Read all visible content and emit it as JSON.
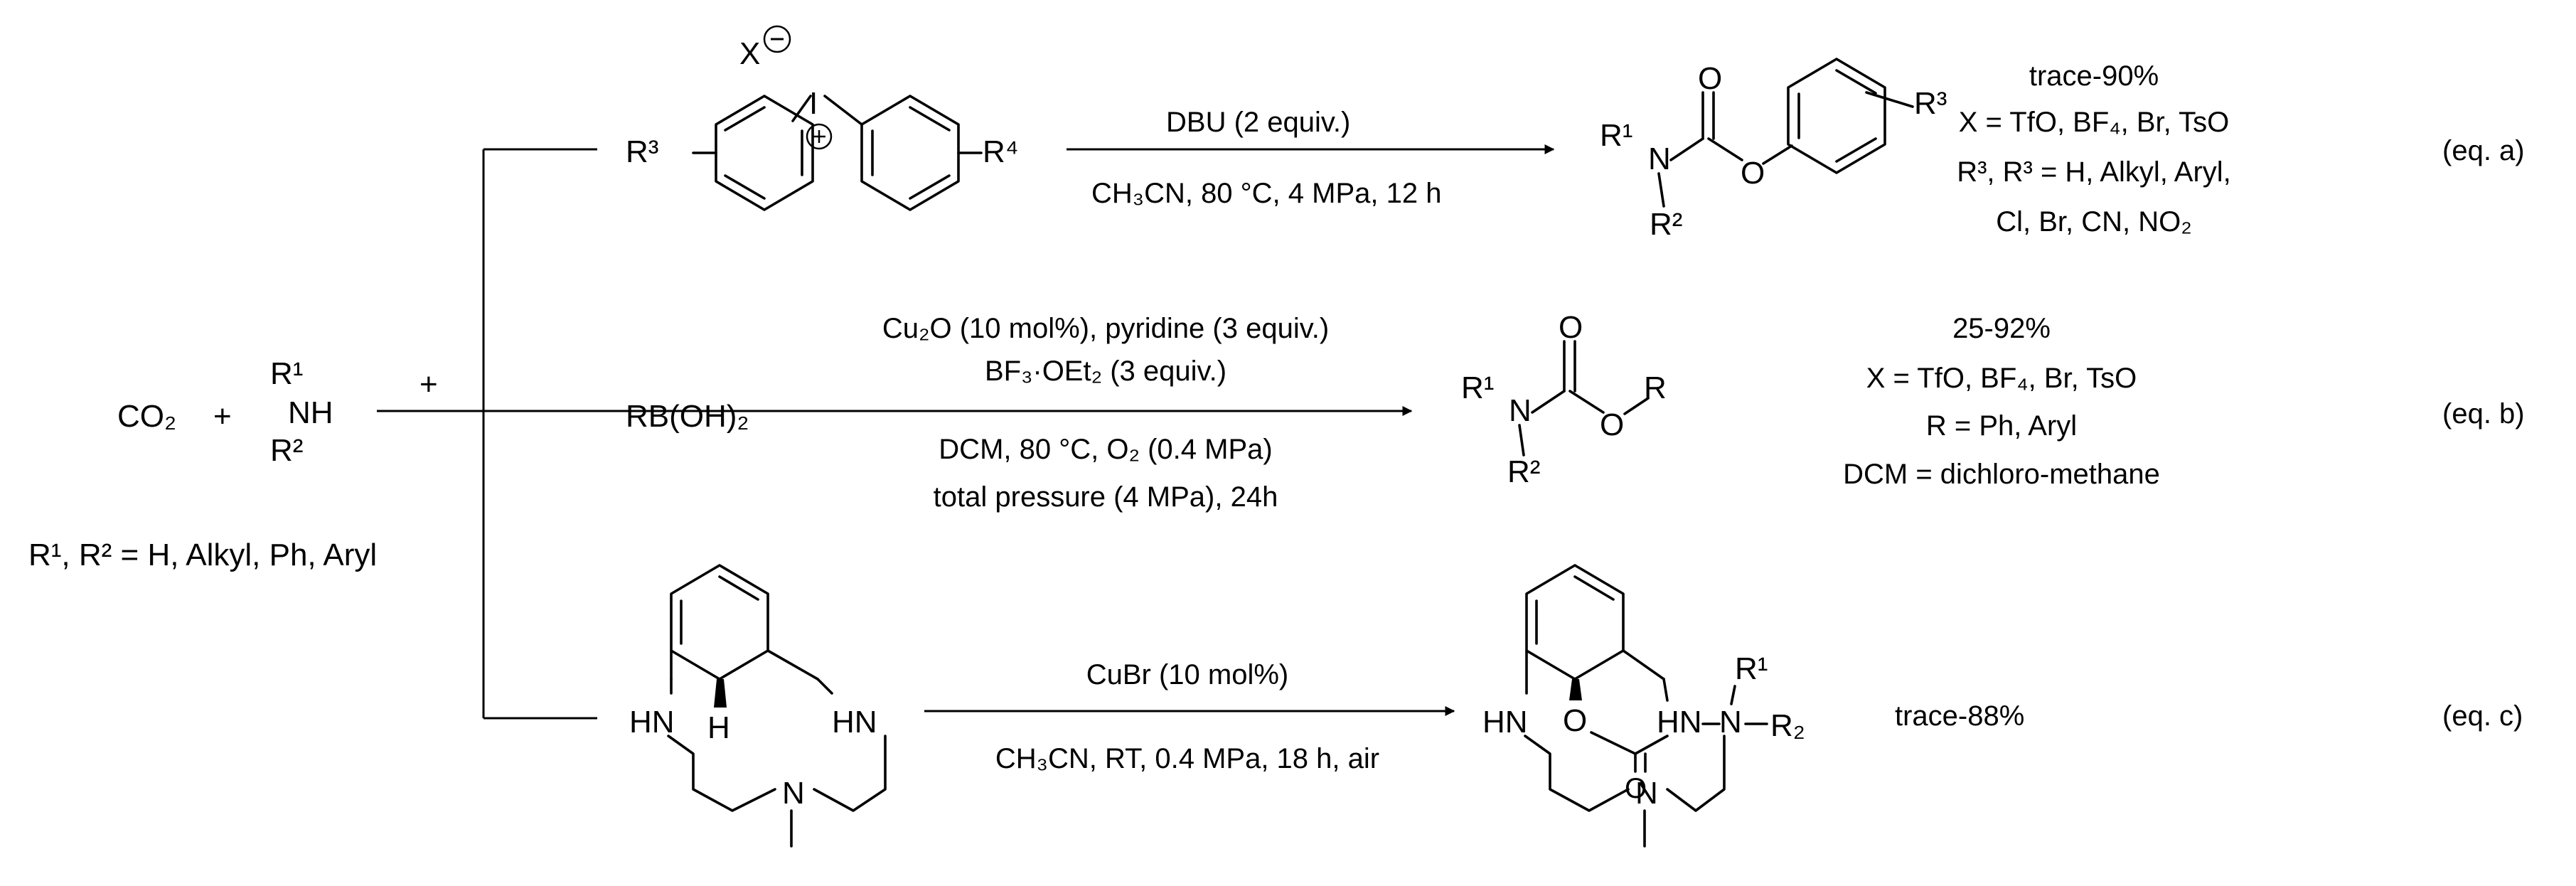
{
  "reactants": {
    "co2": "CO₂",
    "plus1": "+",
    "amine_r1": "R¹",
    "amine_nh": "NH",
    "amine_r2": "R²",
    "plus2": "+",
    "amine_scope": "R¹, R² = H, Alkyl, Ph, Aryl"
  },
  "eq_a": {
    "counterion": "X",
    "iodine": "I",
    "left_sub": "R³",
    "right_sub": "R⁴",
    "reagent_above": "DBU (2 equiv.)",
    "conditions_below": "CH₃CN, 80 °C, 4 MPa, 12 h",
    "product_r1": "R¹",
    "product_n": "N",
    "product_r2": "R²",
    "product_o_carbonyl": "O",
    "product_o_ester": "O",
    "product_aryl_sub": "R³",
    "yield": "trace-90%",
    "scope_x": "X = TfO, BF₄, Br, TsO",
    "scope_r_line1": "R³,  R³ = H, Alkyl, Aryl,",
    "scope_r_line2": "Cl, Br, CN, NO₂",
    "label": "(eq. a)"
  },
  "eq_b": {
    "reagent": "RB(OH)₂",
    "above_line1": "Cu₂O (10 mol%), pyridine (3 equiv.)",
    "above_line2": "BF₃·OEt₂ (3 equiv.)",
    "below_line1": "DCM, 80 °C, O₂ (0.4 MPa)",
    "below_line2": "total pressure (4 MPa), 24h",
    "product_r1": "R¹",
    "product_n": "N",
    "product_r2": "R²",
    "product_o_carbonyl": "O",
    "product_o_ester": "O",
    "product_r": "R",
    "yield": "25-92%",
    "scope_x": "X = TfO, BF₄, Br, TsO",
    "scope_r": "R = Ph, Aryl",
    "scope_dcm": "DCM = dichloro-methane",
    "label": "(eq. b)"
  },
  "eq_c": {
    "macro_hn_left": "HN",
    "macro_h": "H",
    "macro_hn_right": "HN",
    "macro_n": "N",
    "reagent_above": "CuBr (10 mol%)",
    "conditions_below": "CH₃CN, RT, 0.4 MPa, 18 h, air",
    "product_hn_left": "HN",
    "product_o": "O",
    "product_hn_right": "HN",
    "product_n_amide": "N",
    "product_r1": "R¹",
    "product_r2": "R₂",
    "product_o_carbonyl": "O",
    "product_n_ring": "N",
    "yield": "trace-88%",
    "label": "(eq. c)"
  }
}
